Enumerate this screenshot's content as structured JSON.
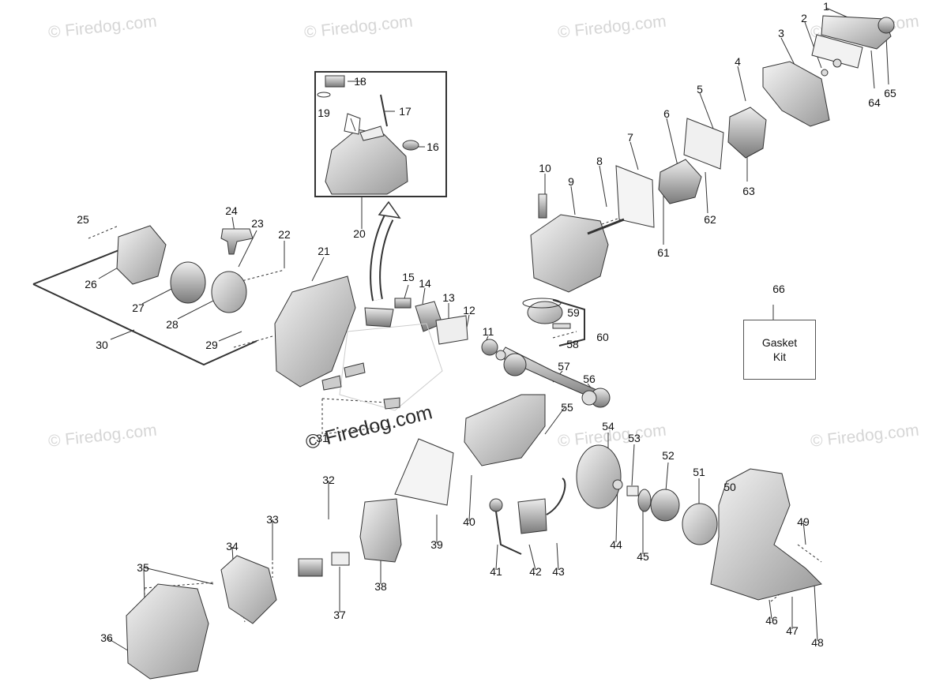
{
  "watermark": "© Firedog.com",
  "watermark_main": "© Firedog.com",
  "gasket_kit": {
    "line1": "Gasket",
    "line2": "Kit"
  },
  "part_numbers": [
    "1",
    "2",
    "3",
    "4",
    "5",
    "6",
    "7",
    "8",
    "9",
    "10",
    "11",
    "12",
    "13",
    "14",
    "15",
    "16",
    "17",
    "18",
    "19",
    "20",
    "21",
    "22",
    "23",
    "24",
    "25",
    "26",
    "27",
    "28",
    "29",
    "30",
    "31",
    "32",
    "33",
    "34",
    "35",
    "36",
    "37",
    "38",
    "39",
    "40",
    "41",
    "42",
    "43",
    "44",
    "45",
    "46",
    "47",
    "48",
    "49",
    "50",
    "51",
    "52",
    "53",
    "54",
    "55",
    "56",
    "57",
    "58",
    "59",
    "60",
    "61",
    "62",
    "63",
    "64",
    "65",
    "66"
  ],
  "colors": {
    "line": "#333333",
    "part_fill": "#e6e6e6",
    "part_dark": "#6a6a6a",
    "watermark": "#d6d6d6"
  }
}
